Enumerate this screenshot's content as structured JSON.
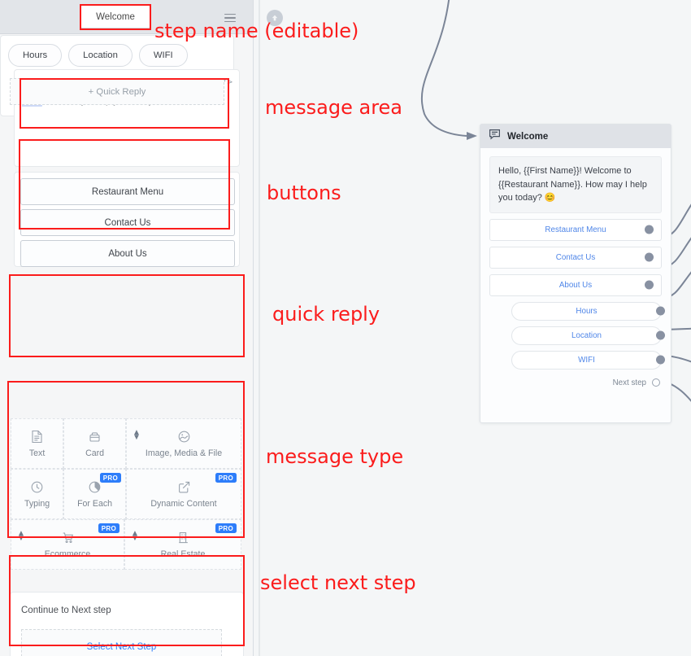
{
  "panel": {
    "header": {
      "step_name": "Welcome",
      "menu_icon": "hamburger-icon"
    },
    "message": {
      "prefix": "Hello, ",
      "var1": "First Name",
      "mid": "! Welcome to ",
      "var2": "Restaurant Name",
      "suffix": ". How may I help you today? ",
      "emoji": "😊",
      "code_icon": "</>"
    },
    "buttons": [
      {
        "label": "Restaurant Menu"
      },
      {
        "label": "Contact Us"
      },
      {
        "label": "About Us"
      }
    ],
    "quick_replies": [
      {
        "label": "Hours"
      },
      {
        "label": "Location"
      },
      {
        "label": "WIFI"
      }
    ],
    "quick_reply_add": "+ Quick Reply",
    "message_types": [
      {
        "label": "Text",
        "icon": "document-icon",
        "pro": false,
        "reorder": false
      },
      {
        "label": "Card",
        "icon": "card-icon",
        "pro": false,
        "reorder": false
      },
      {
        "label": "Image, Media & File",
        "icon": "image-icon",
        "pro": false,
        "reorder": true
      },
      {
        "label": "Typing",
        "icon": "clock-icon",
        "pro": false,
        "reorder": false
      },
      {
        "label": "For Each",
        "icon": "pie-clock-icon",
        "pro": true,
        "reorder": false
      },
      {
        "label": "Dynamic Content",
        "icon": "external-link-icon",
        "pro": true,
        "reorder": false
      },
      {
        "label": "Ecommerce",
        "icon": "cart-icon",
        "pro": true,
        "reorder": true
      },
      {
        "label": "Real Estate",
        "icon": "building-icon",
        "pro": true,
        "reorder": true
      }
    ],
    "pro_badge": "PRO",
    "next_step": {
      "title": "Continue to Next step",
      "select_label": "Select Next Step"
    }
  },
  "canvas": {
    "home_icon": "up-arrow-circle-icon",
    "node": {
      "title": "Welcome",
      "title_icon": "chat-bubble-icon",
      "message": "Hello, {{First Name}}! Welcome to {{Restaurant Name}}. How may I help you today? 😊",
      "buttons": [
        {
          "label": "Restaurant Menu"
        },
        {
          "label": "Contact Us"
        },
        {
          "label": "About Us"
        }
      ],
      "quick_replies": [
        {
          "label": "Hours"
        },
        {
          "label": "Location"
        },
        {
          "label": "WIFI"
        }
      ],
      "next_step_label": "Next step"
    }
  },
  "annotations": [
    {
      "text": "step name (editable)"
    },
    {
      "text": "message area"
    },
    {
      "text": "buttons"
    },
    {
      "text": "quick reply"
    },
    {
      "text": "message type"
    },
    {
      "text": "select next step"
    }
  ],
  "colors": {
    "annotation_red": "#fb1c1c",
    "pro_blue": "#2d7dfa",
    "link_blue": "#2d7dfa",
    "node_link_blue": "#4f86e8",
    "panel_header_bg": "#e2e5e9",
    "canvas_bg": "#f4f6f7",
    "edge_gray": "#7b8597",
    "variable_highlight": "#cdd9f7"
  }
}
